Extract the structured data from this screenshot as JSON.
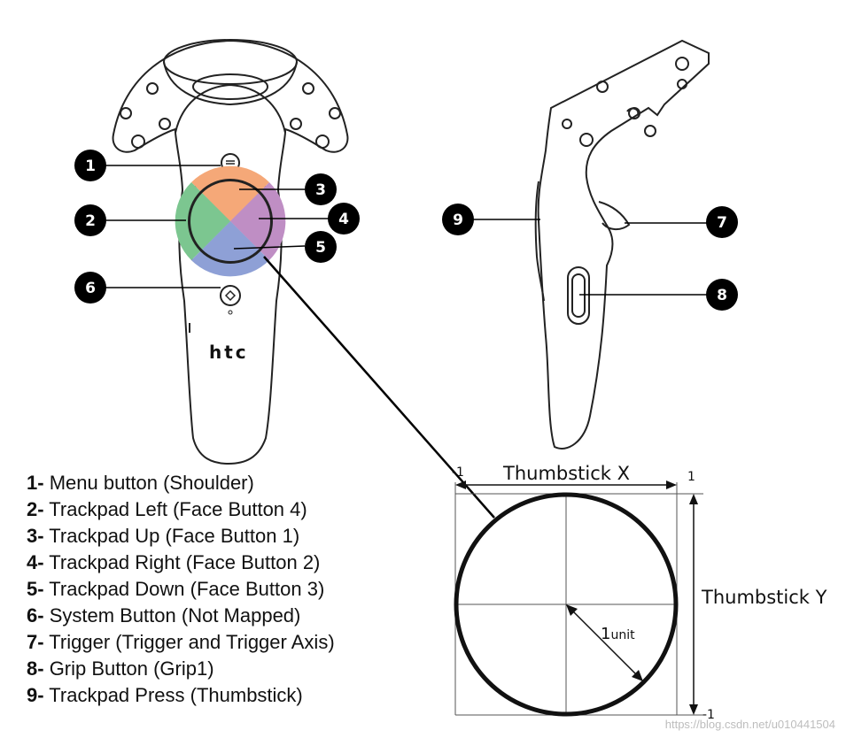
{
  "brand": "htc",
  "callouts": [
    "1",
    "2",
    "3",
    "4",
    "5",
    "6",
    "7",
    "8",
    "9"
  ],
  "legend": [
    {
      "num": "1-",
      "text": "Menu button (Shoulder)"
    },
    {
      "num": "2-",
      "text": "Trackpad Left (Face Button 4)"
    },
    {
      "num": "3-",
      "text": "Trackpad Up (Face Button 1)"
    },
    {
      "num": "4-",
      "text": "Trackpad Right (Face Button 2)"
    },
    {
      "num": "5-",
      "text": "Trackpad Down (Face Button 3)"
    },
    {
      "num": "6-",
      "text": "System Button (Not Mapped)"
    },
    {
      "num": "7-",
      "text": "Trigger (Trigger and Trigger Axis)"
    },
    {
      "num": "8-",
      "text": "Grip Button (Grip1)"
    },
    {
      "num": "9-",
      "text": "Trackpad Press (Thumbstick)"
    }
  ],
  "thumbstick": {
    "x_label": "Thumbstick X",
    "y_label": "Thumbstick Y",
    "x_min": "-1",
    "x_max": "1",
    "y_min": "-1",
    "radius_num": "1",
    "radius_unit": "unit"
  },
  "colors": {
    "trackpad_up": "#f5a878",
    "trackpad_left": "#7cc690",
    "trackpad_right": "#bf8ec4",
    "trackpad_down": "#8ea0d6",
    "callout_fill": "#000000"
  },
  "watermark": "https://blog.csdn.net/u010441504"
}
